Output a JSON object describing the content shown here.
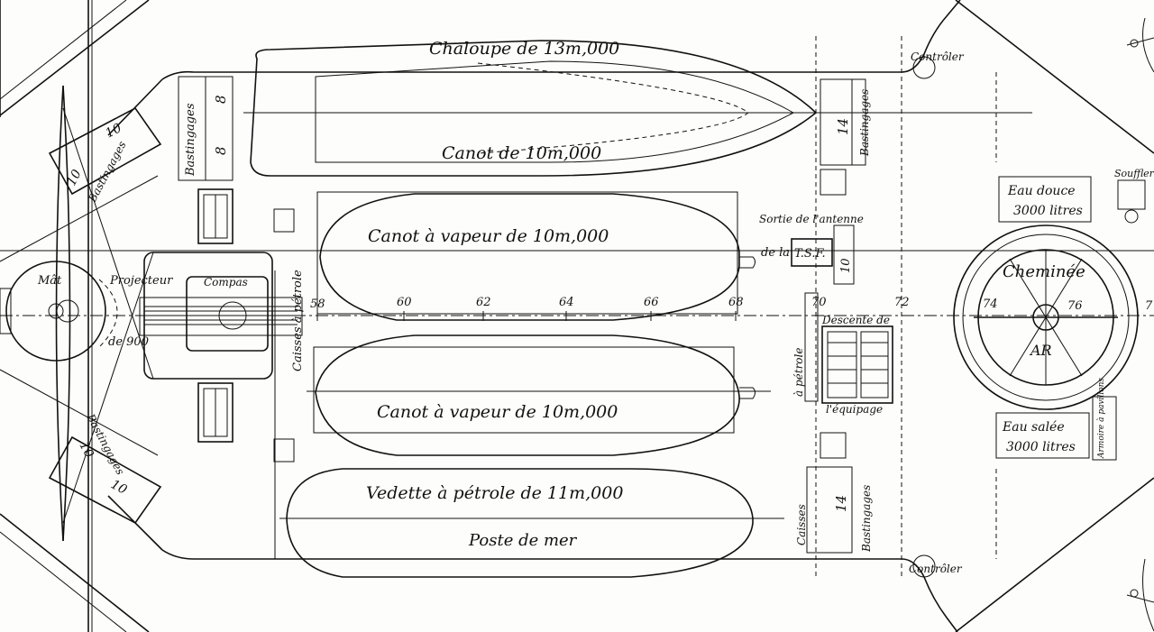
{
  "boats": {
    "chaloupe": "Chaloupe de 13m,000",
    "canot1": "Canot de 10m,000",
    "vapeur1": "Canot à vapeur de 10m,000",
    "vapeur2": "Canot à vapeur de 10m,000",
    "vedette": "Vedette à pétrole de 11m,000",
    "poste": "Poste de mer"
  },
  "labels": {
    "bastingages_a": "Bastingages",
    "bastingages_b": "Bastingages",
    "bastingages_c": "Bastingages",
    "bastingages_d": "Bastingages",
    "bastingages_e": "Bastingages",
    "mat": "Mât",
    "projecteur": "Projecteur",
    "projecteur_size": "de 900",
    "compas": "Compas",
    "caisses_petrole": "Caisses à pétrole",
    "petrole_mid": "à pétrole",
    "caisses_lower": "Caisses",
    "sortie_antenne": "Sortie de l'antenne",
    "de_la": "de la",
    "tsf": "T.S.F.",
    "descente": "Descente de",
    "equipage": "l'équipage",
    "cheminee": "Cheminée",
    "eau_douce": "Eau douce",
    "eau_douce_vol": "3000 litres",
    "eau_salee": "Eau salée",
    "eau_salee_vol": "3000 litres",
    "armoire": "Armoire à pavillons",
    "soufflerie": "Soufflerie",
    "controler_top": "Contrôler",
    "controler_bot": "Contrôler",
    "monogram": "AR"
  },
  "dims": {
    "d10a": "10",
    "d10b": "10",
    "d8a": "8",
    "d8b": "8",
    "d14a": "14",
    "d14b": "14",
    "d10c": "10",
    "d10d": "10",
    "d10e": "10"
  },
  "frames": [
    "58",
    "60",
    "62",
    "64",
    "66",
    "68",
    "70",
    "72",
    "74",
    "76",
    "7"
  ]
}
